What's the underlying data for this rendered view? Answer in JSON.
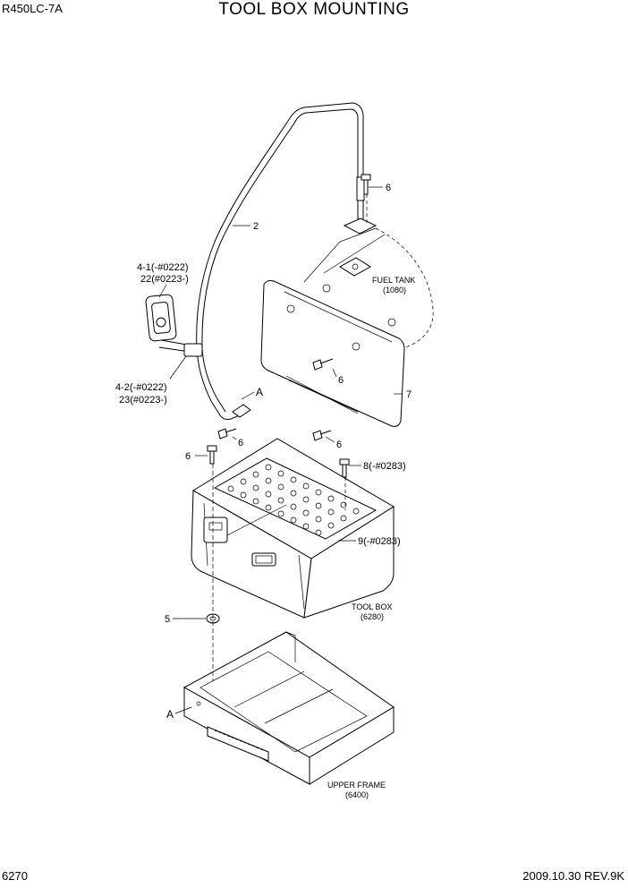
{
  "header": {
    "model": "R450LC-7A",
    "title": "TOOL BOX MOUNTING"
  },
  "footer": {
    "page_number": "6270",
    "revision": "2009.10.30  REV.9K"
  },
  "callouts": {
    "c6_top": "6",
    "c2": "2",
    "c41": "4-1(-#0222)",
    "c22": "22(#0223-)",
    "c42": "4-2(-#0222)",
    "c23": "23(#0223-)",
    "cA_top": "A",
    "c6_left": "6",
    "c6_mid": "6",
    "c6_lower": "6",
    "c7": "7",
    "c6_bolt": "6",
    "c8": "8(-#0283)",
    "c9": "9(-#0283)",
    "c5": "5",
    "cA_bottom": "A"
  },
  "references": {
    "fuel_tank": "FUEL TANK",
    "fuel_tank_page": "(1080)",
    "tool_box": "TOOL BOX",
    "tool_box_page": "(6280)",
    "upper_frame": "UPPER FRAME",
    "upper_frame_page": "(6400)"
  }
}
